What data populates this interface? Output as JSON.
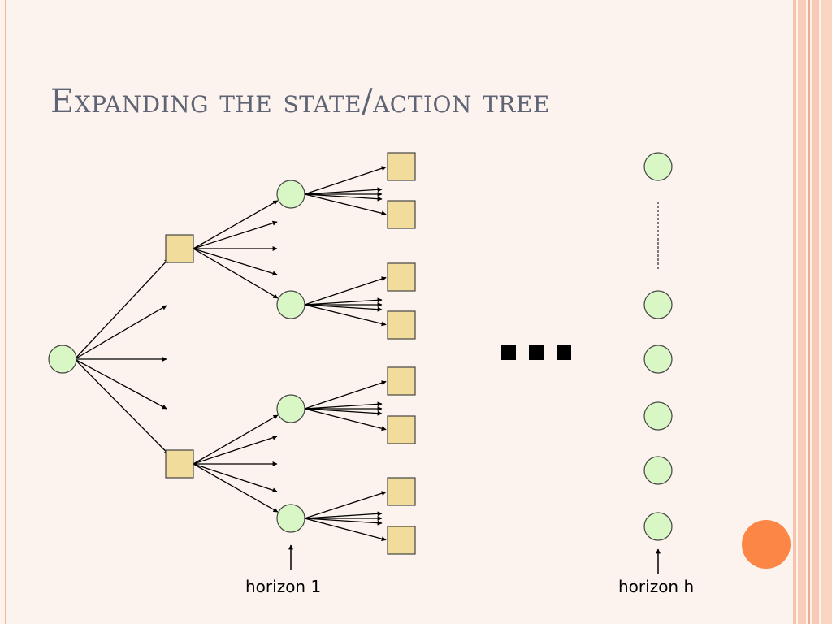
{
  "slide": {
    "title": "Expanding the state/action tree"
  },
  "diagram": {
    "ellipsis": "...",
    "labels": {
      "horizon_1": "horizon 1",
      "horizon_h": "horizon h"
    },
    "colors": {
      "state_fill": "#d9f7c4",
      "state_stroke": "#444444",
      "action_fill": "#f2dc9b",
      "action_stroke": "#444444",
      "edge": "#000000",
      "accent_dot": "#fb8646",
      "title": "#5f6475"
    },
    "legend": {
      "state_icon": "green-circle",
      "action_icon": "tan-square"
    }
  }
}
